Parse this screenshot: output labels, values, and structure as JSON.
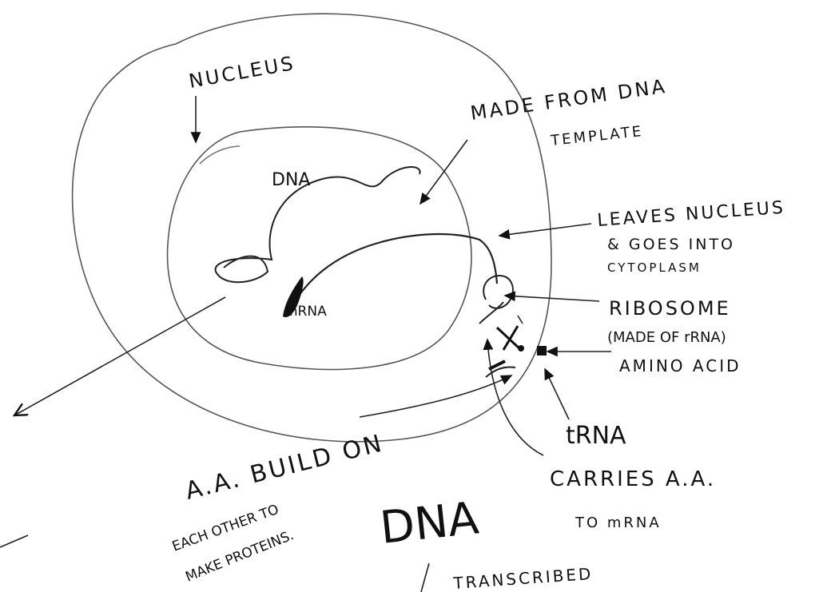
{
  "diagram": {
    "labels": {
      "nucleus": "NUCLEUS",
      "dna_inner": "DNA",
      "mrna": "mRNA",
      "made_from_line1": "MADE FROM DNA",
      "made_from_line2": "TEMPLATE",
      "leaves_line1": "LEAVES NUCLEUS",
      "leaves_line2": "& GOES INTO",
      "leaves_line3": "CYTOPLASM",
      "ribosome_line1": "RIBOSOME",
      "ribosome_line2": "(MADE OF rRNA)",
      "amino_acid": "AMINO ACID",
      "trna": "tRNA",
      "carries_line1": "CARRIES A.A.",
      "carries_line2": "TO mRNA",
      "aa_build_line1": "A.A. BUILD ON",
      "aa_build_line2": "EACH OTHER TO",
      "aa_build_line3": "MAKE PROTEINS.",
      "dna_bottom": "DNA",
      "transcribed": "TRANSCRIBED"
    }
  }
}
